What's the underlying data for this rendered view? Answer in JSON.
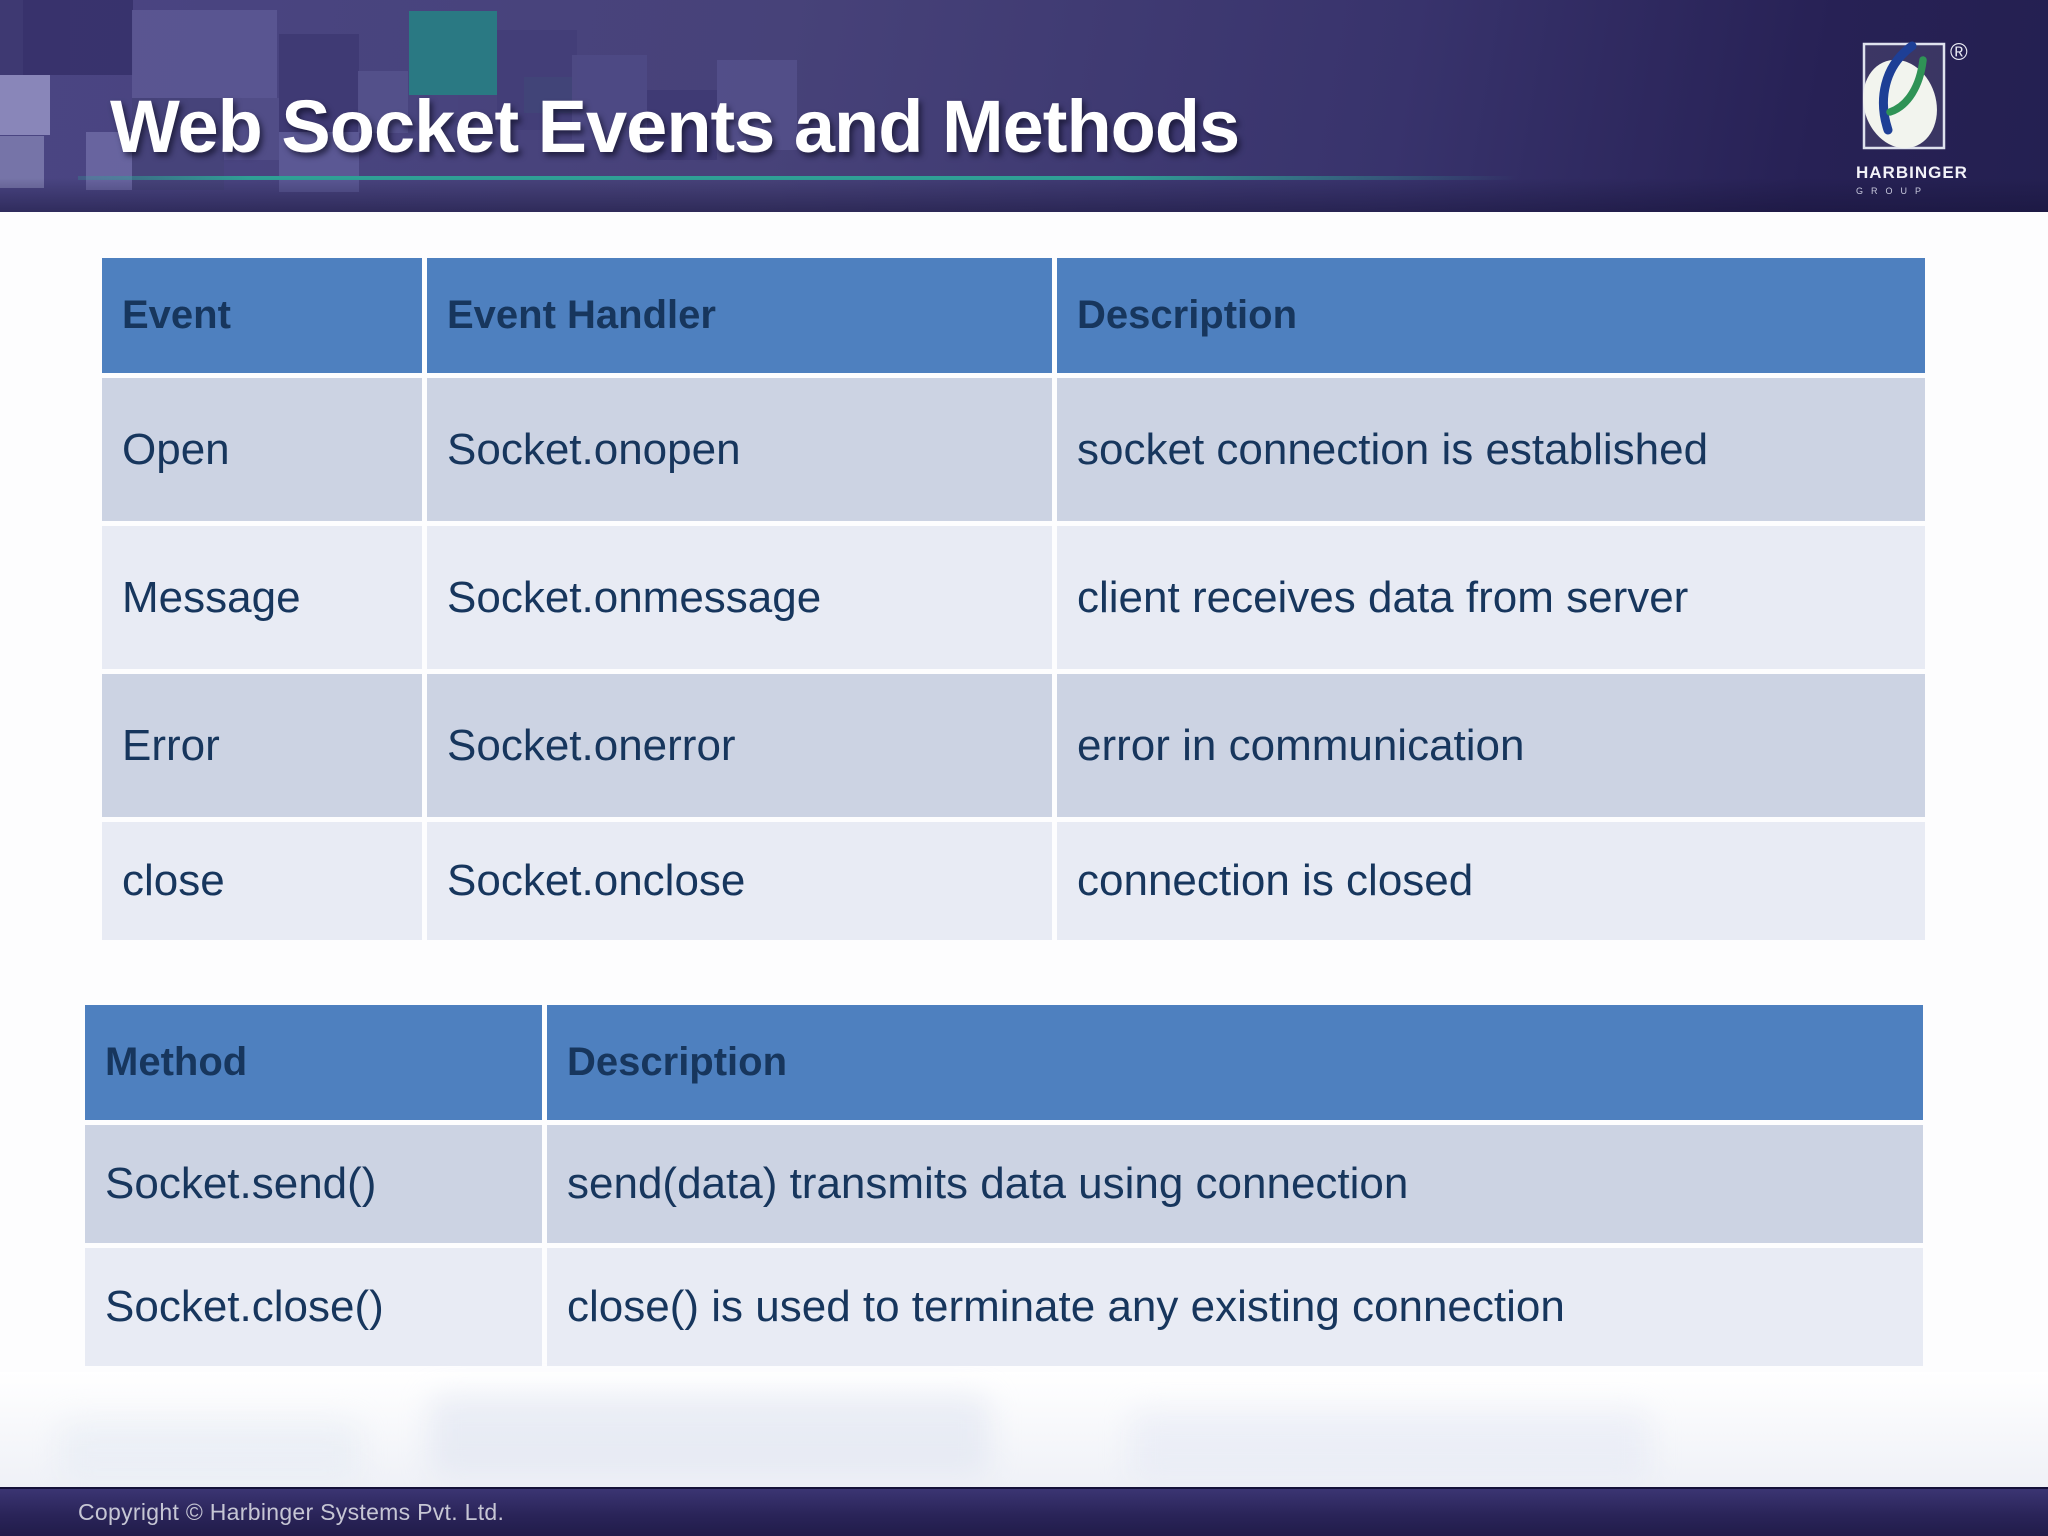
{
  "slide": {
    "title": "Web Socket Events and Methods",
    "footer": "Copyright © Harbinger Systems Pvt. Ltd.",
    "logo": {
      "name": "HARBINGER",
      "group": "GROUP",
      "registered": "®"
    }
  },
  "events_table": {
    "headers": [
      "Event",
      "Event Handler",
      "Description"
    ],
    "rows": [
      [
        "Open",
        "Socket.onopen",
        "socket connection is established"
      ],
      [
        "Message",
        "Socket.onmessage",
        "client receives data from server"
      ],
      [
        "Error",
        "Socket.onerror",
        "error in communication"
      ],
      [
        "close",
        "Socket.onclose",
        "connection is closed"
      ]
    ]
  },
  "methods_table": {
    "headers": [
      "Method",
      "Description"
    ],
    "rows": [
      [
        "Socket.send()",
        "send(data) transmits data using  connection"
      ],
      [
        "Socket.close()",
        "close() is used to terminate any existing connection"
      ]
    ]
  },
  "colors": {
    "header_blue": "#4e80bf",
    "row_dark": "#ccd3e3",
    "row_light": "#e8ebf4",
    "text_navy": "#17365d",
    "accent_teal": "#2fa096",
    "band_purple": "#474279",
    "band_navy": "#272155"
  }
}
